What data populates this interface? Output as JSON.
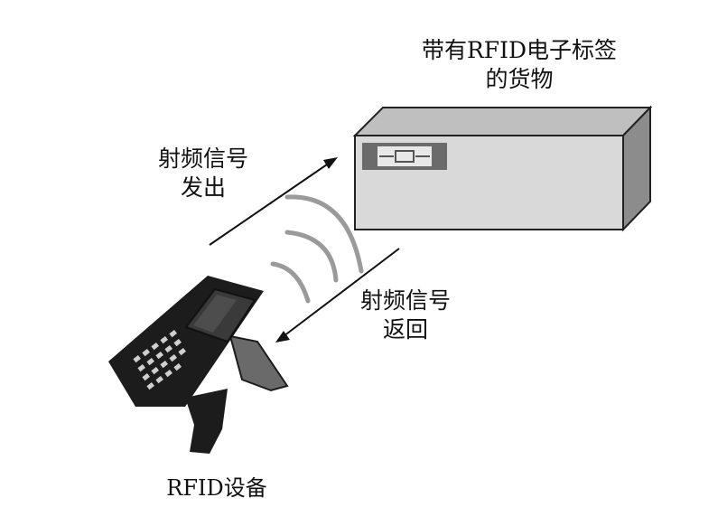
{
  "labels": {
    "goods": [
      "带有RFID电子标签",
      "的货物"
    ],
    "send": [
      "射频信号",
      "发出"
    ],
    "return": [
      "射频信号",
      "返回"
    ],
    "device": "RFID设备"
  },
  "colors": {
    "box_front": "#d9d9d9",
    "box_top": "#bfbfbf",
    "box_side": "#8c8c8c",
    "box_edge": "#222222",
    "tag_dark": "#6b6b6b",
    "signal_wave": "#9a9a9a",
    "arrow": "#111111",
    "device_body": "#1c1c1c",
    "device_screen": "#3a3a3a",
    "device_keys": "#cfcfcf"
  }
}
